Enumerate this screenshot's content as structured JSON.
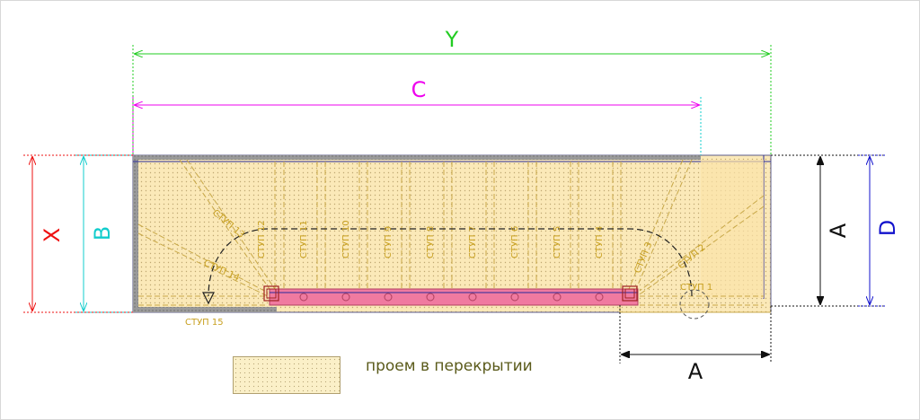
{
  "dimensions": {
    "Y": "Y",
    "C": "C",
    "X": "X",
    "B": "B",
    "A_right": "A",
    "D": "D",
    "A_bottom": "A"
  },
  "steps": [
    "СТУП 1",
    "СТУП 2",
    "СТУП 3",
    "СТУП 4",
    "СТУП 5",
    "СТУП 6",
    "СТУП 7",
    "СТУП 8",
    "СТУП 9",
    "СТУП 10",
    "СТУП 11",
    "СТУП 12",
    "СТУП 13",
    "СТУП 14",
    "СТУП 15"
  ],
  "legend": {
    "label": "проем в перекрытии"
  },
  "colors": {
    "Y": "#22cc22",
    "C": "#ee00ee",
    "X": "#ee1111",
    "B": "#11cccc",
    "A": "#111111",
    "D": "#1111cc",
    "opening_fill": "#fbf0c8",
    "stringer": "#f07aa0",
    "step_text": "#c8a020"
  }
}
